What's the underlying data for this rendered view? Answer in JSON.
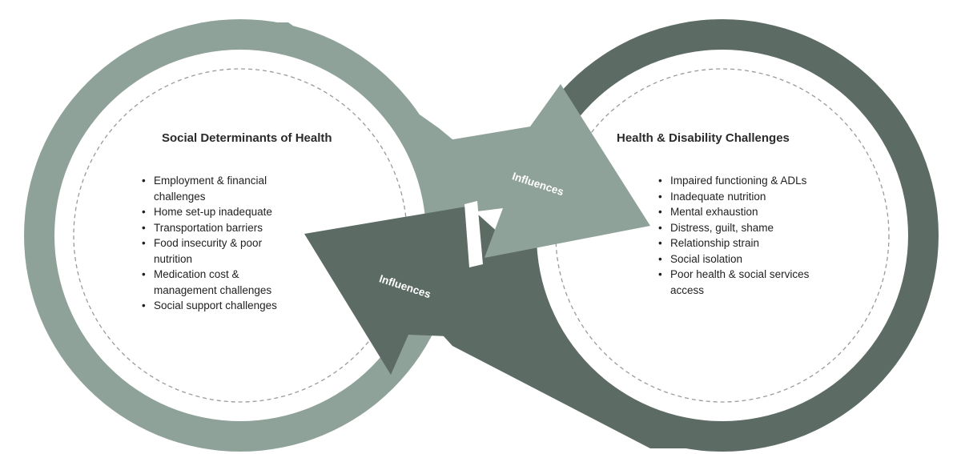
{
  "colors": {
    "left_ring": "#8fa29a",
    "right_ring": "#5d6b65",
    "light_arrow": "#8fa29a",
    "dark_arrow": "#5d6b65",
    "dashed_line": "#9a9a9a",
    "background": "#ffffff"
  },
  "left_circle": {
    "title": "Social Determinants of Health",
    "items": [
      "Employment & financial challenges",
      "Home set-up inadequate",
      "Transportation barriers",
      "Food insecurity & poor nutrition",
      "Medication cost & management challenges",
      "Social support challenges"
    ]
  },
  "right_circle": {
    "title": "Health & Disability Challenges",
    "items": [
      "Impaired functioning & ADLs",
      "Inadequate nutrition",
      "Mental exhaustion",
      "Distress, guilt, shame",
      "Relationship strain",
      "Social isolation",
      "Poor health & social services access"
    ]
  },
  "arrows": {
    "top_label": "Influences",
    "bottom_label": "Influences"
  }
}
